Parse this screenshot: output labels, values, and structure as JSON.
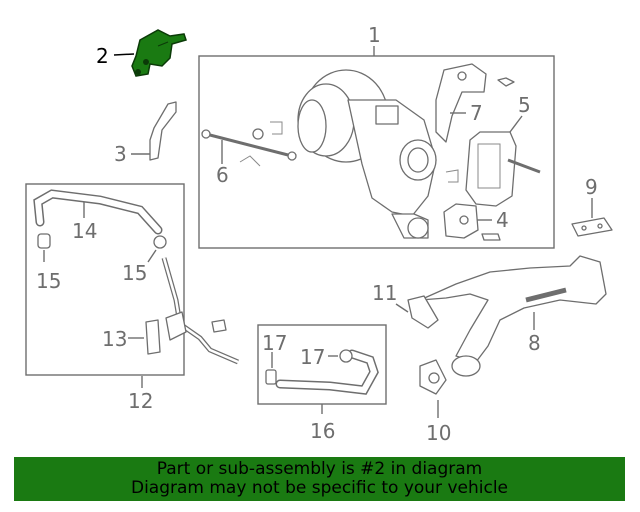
{
  "diagram": {
    "callouts": [
      "1",
      "2",
      "3",
      "4",
      "5",
      "6",
      "7",
      "8",
      "9",
      "10",
      "11",
      "12",
      "13",
      "14",
      "15",
      "15",
      "16",
      "17",
      "17"
    ],
    "highlighted_part": "2"
  },
  "banner": {
    "line1": "Part or sub-assembly is #2 in diagram",
    "line2": "Diagram may not be specific to your vehicle"
  },
  "colors": {
    "highlight": "#1a7a12",
    "banner_bg": "#1a7a12",
    "line": "#6e6e6e"
  }
}
